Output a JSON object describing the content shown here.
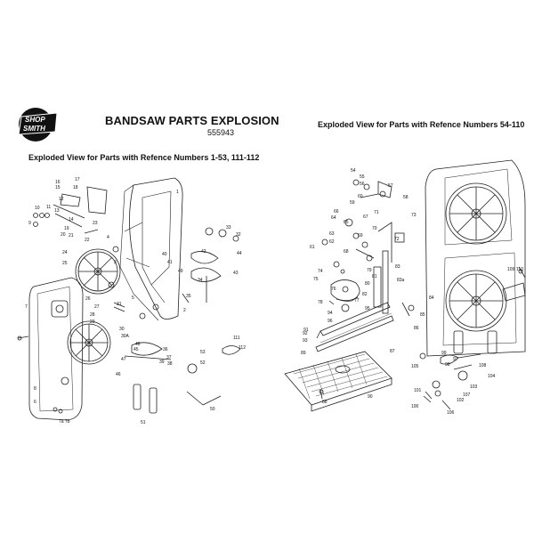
{
  "logo": {
    "text": "SHOPSMITH",
    "lines": [
      "SHOP",
      "SMITH"
    ]
  },
  "header": {
    "title": "BANDSAW PARTS EXPLOSION",
    "part_number": "555943"
  },
  "left_panel": {
    "subtitle": "Exploded View for Parts with Refence Numbers 1-53, 111-112"
  },
  "right_panel": {
    "subtitle": "Exploded View for Parts with Refence Numbers 54-110"
  },
  "callouts_left": [
    "1",
    "2",
    "3",
    "4",
    "5",
    "6",
    "7",
    "8",
    "9",
    "10",
    "11",
    "12",
    "13",
    "14",
    "15",
    "16",
    "17",
    "18",
    "19",
    "20",
    "21",
    "22",
    "23",
    "24",
    "25",
    "26",
    "27",
    "28",
    "29",
    "30",
    "30A",
    "31",
    "32",
    "33",
    "34",
    "35",
    "36",
    "37",
    "38",
    "39",
    "40",
    "41",
    "42",
    "43",
    "44",
    "45",
    "46",
    "47",
    "48",
    "49",
    "50",
    "51",
    "52",
    "53",
    "111",
    "112",
    "7a",
    "7b"
  ],
  "callouts_right": [
    "54",
    "55",
    "56",
    "57",
    "58",
    "59",
    "60",
    "61",
    "62",
    "63",
    "64",
    "65",
    "66",
    "67",
    "68",
    "69",
    "70",
    "71",
    "72",
    "73",
    "74",
    "75",
    "76",
    "77",
    "78",
    "79",
    "80",
    "81",
    "82",
    "83",
    "83a",
    "84",
    "85",
    "86",
    "87",
    "88",
    "89",
    "90",
    "91",
    "92",
    "93",
    "94",
    "95",
    "96",
    "97",
    "98",
    "99",
    "100",
    "101",
    "102",
    "103",
    "104",
    "105",
    "106",
    "107",
    "108",
    "109",
    "110"
  ]
}
